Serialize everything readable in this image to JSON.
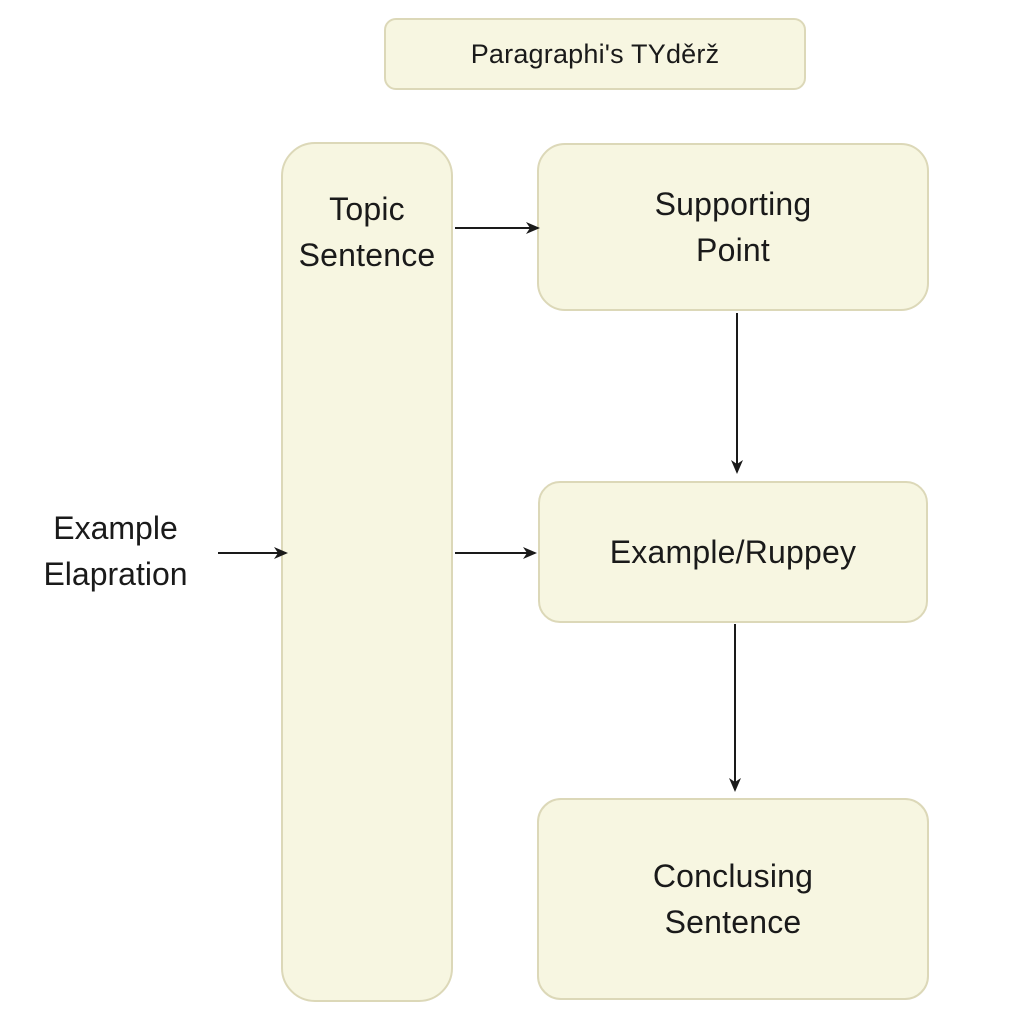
{
  "title": "Paragraphi's TYděrž",
  "topic": {
    "line1": "Topic",
    "line2": "Sentence"
  },
  "supporting": {
    "line1": "Supporting",
    "line2": "Point"
  },
  "example_box": {
    "label": "Example/Ruppey"
  },
  "conclusion": {
    "line1": "Conclusing",
    "line2": "Sentence"
  },
  "left_label": {
    "line1": "Example",
    "line2": "Elapration"
  },
  "colors": {
    "box_fill": "#f7f6e1",
    "box_border": "#dcd8b8",
    "arrow": "#1a1a1a"
  }
}
